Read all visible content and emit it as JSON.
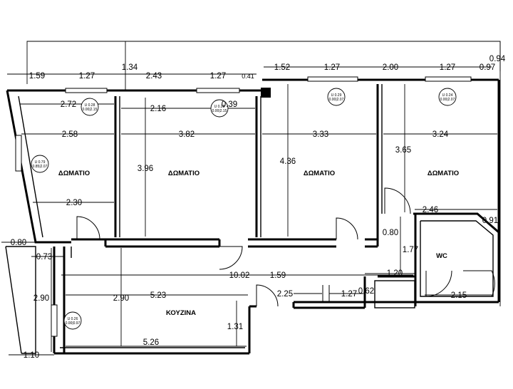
{
  "rooms": [
    {
      "label": "ΔΩΜΑΤΙΟ"
    },
    {
      "label": "ΔΩΜΑΤΙΟ"
    },
    {
      "label": "ΔΩΜΑΤΙΟ"
    },
    {
      "label": "ΔΩΜΑΤΙΟ"
    },
    {
      "label": "WC"
    },
    {
      "label": "ΚΟΥΖΙΝΑ"
    }
  ],
  "dimensions": {
    "top_row": [
      "1.59",
      "1.27",
      "2.43",
      "1.27",
      "0.41"
    ],
    "top_right_row": [
      "1.52",
      "1.27",
      "2.00",
      "1.27",
      "0.97"
    ],
    "top_extra": [
      "1.34",
      "0.94"
    ],
    "room1": [
      "2.72",
      "2.58",
      "2.30"
    ],
    "room2": [
      "2.16",
      "3.82",
      "3.96",
      "0.39"
    ],
    "room3": [
      "3.33",
      "4.36"
    ],
    "room4": [
      "3.24",
      "3.65"
    ],
    "wc": [
      "2.46",
      "0.91",
      "0.80",
      "1.77",
      "1.20",
      "2.15"
    ],
    "corridor": [
      "10.02",
      "1.59",
      "2.25",
      "1.27",
      "0.62"
    ],
    "kitchen": [
      "5.23",
      "2.90",
      "5.26",
      "1.31"
    ],
    "left": [
      "0.80",
      "0.73",
      "2.90",
      "1.10"
    ]
  },
  "symbols": [
    {
      "top": "U 0.28",
      "bottom": "0.00|2.15"
    },
    {
      "top": "U 0.28",
      "bottom": "0.00|2.15"
    },
    {
      "top": "U 0.29",
      "bottom": "0.00|2.07"
    },
    {
      "top": "U 0.24",
      "bottom": "0.00|2.07"
    },
    {
      "top": "U 0.79",
      "bottom": "0.85|2.07"
    },
    {
      "top": "U 0.26",
      "bottom": "0.00|0.97"
    }
  ]
}
